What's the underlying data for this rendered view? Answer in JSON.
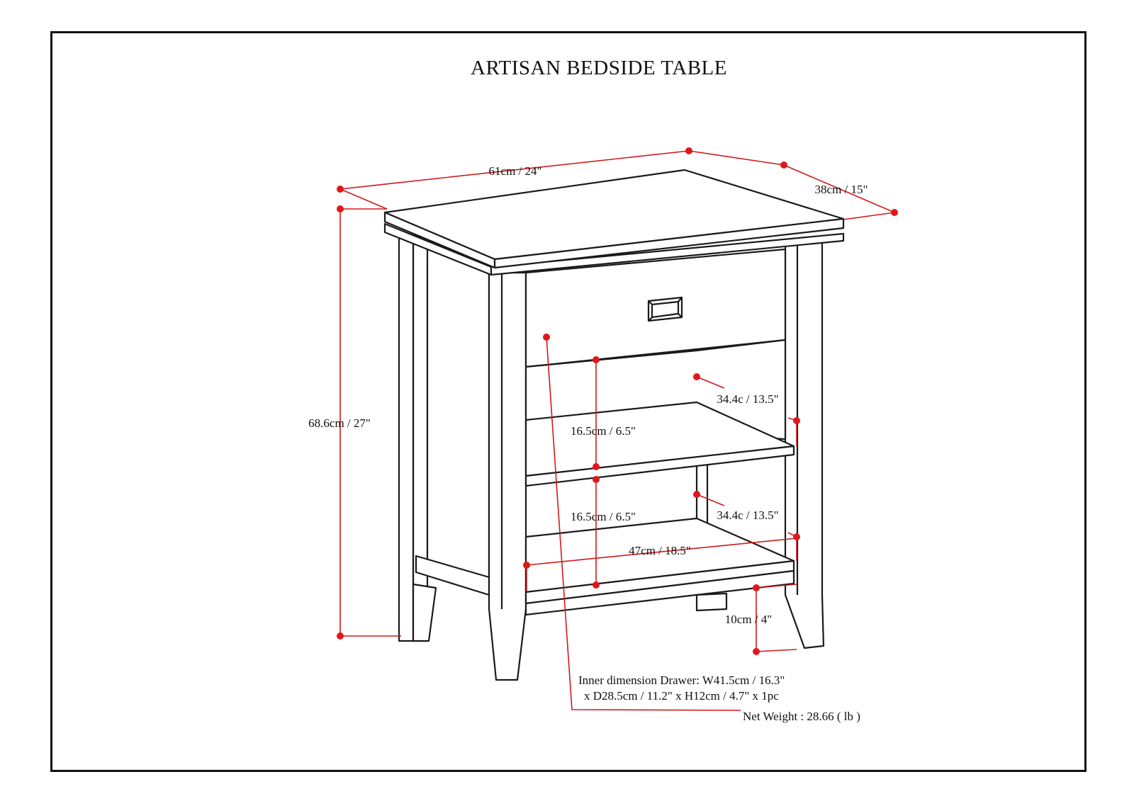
{
  "title": "ARTISAN BEDSIDE TABLE",
  "dimensions": {
    "width": "61cm / 24\"",
    "depth": "38cm / 15\"",
    "height": "68.6cm / 27\"",
    "upper_opening_height": "16.5cm / 6.5\"",
    "lower_opening_height": "16.5cm / 6.5\"",
    "upper_shelf_depth": "34.4c / 13.5\"",
    "lower_shelf_depth": "34.4c / 13.5\"",
    "shelf_width": "47cm / 18.5\"",
    "clearance": "10cm / 4\""
  },
  "notes": {
    "drawer_line1": "Inner dimension Drawer: W41.5cm / 16.3\"",
    "drawer_line2": "x D28.5cm / 11.2\" x H12cm / 4.7\" x 1pc",
    "weight": "Net Weight : 28.66 ( lb )"
  },
  "colors": {
    "dimension_lines": "#d0191b",
    "outline": "#1a1a1a",
    "background": "#ffffff"
  }
}
